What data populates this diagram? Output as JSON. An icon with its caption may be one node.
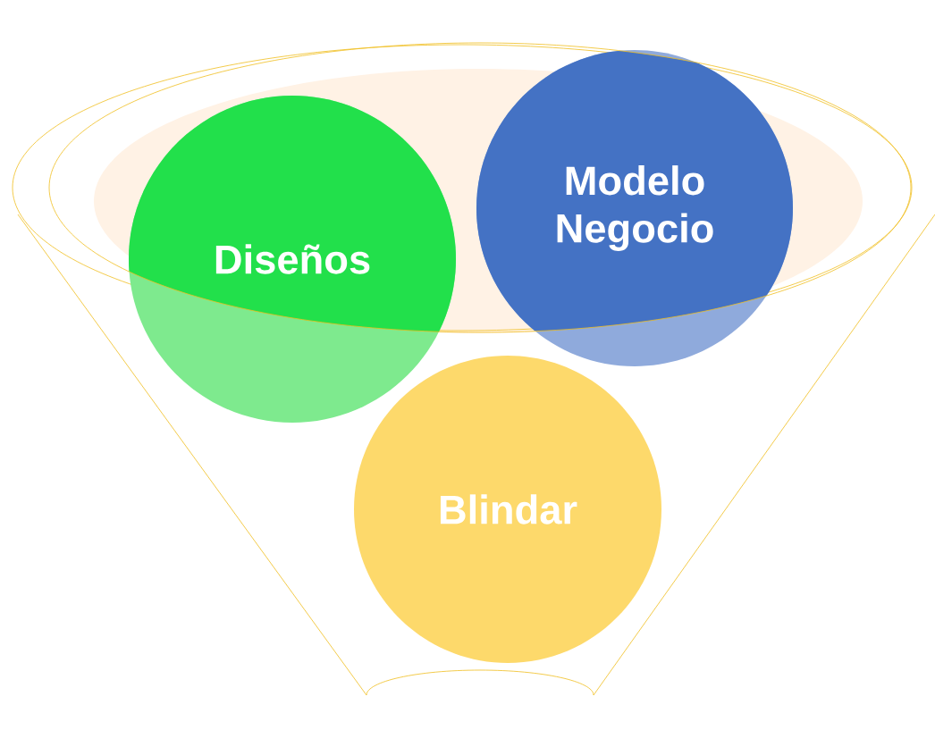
{
  "diagram": {
    "nodes": [
      {
        "text": [
          "Diseños"
        ]
      },
      {
        "text": [
          "Modelo Negocio"
        ]
      },
      {
        "text": [
          "Blindar"
        ]
      }
    ]
  }
}
